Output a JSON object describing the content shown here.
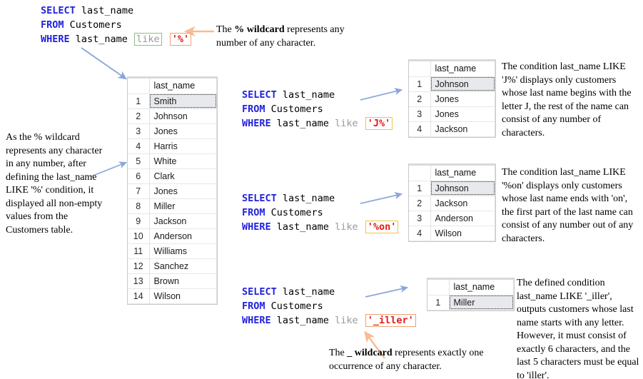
{
  "sql_blocks": [
    {
      "id": "sql-wildcard-percent",
      "line1_kw": "SELECT",
      "line1_rest": "last_name",
      "line2_kw": "FROM",
      "line2_rest": "Customers",
      "line3_kw": "WHERE",
      "line3_rest": "last_name",
      "like": "like",
      "literal": "'%'"
    },
    {
      "id": "sql-j-percent",
      "line1_kw": "SELECT",
      "line1_rest": "last_name",
      "line2_kw": "FROM",
      "line2_rest": "Customers",
      "line3_kw": "WHERE",
      "line3_rest": "last_name",
      "like": "like",
      "literal": "'J%'"
    },
    {
      "id": "sql-percent-on",
      "line1_kw": "SELECT",
      "line1_rest": "last_name",
      "line2_kw": "FROM",
      "line2_rest": "Customers",
      "line3_kw": "WHERE",
      "line3_rest": "last_name",
      "like": "like",
      "literal": "'%on'"
    },
    {
      "id": "sql-underscore-iller",
      "line1_kw": "SELECT",
      "line1_rest": "last_name",
      "line2_kw": "FROM",
      "line2_rest": "Customers",
      "line3_kw": "WHERE",
      "line3_rest": "last_name",
      "like": "like",
      "literal": "'_iller'"
    }
  ],
  "grids": {
    "all_customers": {
      "column_header": "last_name",
      "rows": [
        {
          "n": "1",
          "value": "Smith",
          "selected": true
        },
        {
          "n": "2",
          "value": "Johnson",
          "selected": false
        },
        {
          "n": "3",
          "value": "Jones",
          "selected": false
        },
        {
          "n": "4",
          "value": "Harris",
          "selected": false
        },
        {
          "n": "5",
          "value": "White",
          "selected": false
        },
        {
          "n": "6",
          "value": "Clark",
          "selected": false
        },
        {
          "n": "7",
          "value": "Jones",
          "selected": false
        },
        {
          "n": "8",
          "value": "Miller",
          "selected": false
        },
        {
          "n": "9",
          "value": "Jackson",
          "selected": false
        },
        {
          "n": "10",
          "value": "Anderson",
          "selected": false
        },
        {
          "n": "11",
          "value": "Williams",
          "selected": false
        },
        {
          "n": "12",
          "value": "Sanchez",
          "selected": false
        },
        {
          "n": "13",
          "value": "Brown",
          "selected": false
        },
        {
          "n": "14",
          "value": "Wilson",
          "selected": false
        }
      ]
    },
    "starts_with_j": {
      "column_header": "last_name",
      "rows": [
        {
          "n": "1",
          "value": "Johnson",
          "selected": true
        },
        {
          "n": "2",
          "value": "Jones",
          "selected": false
        },
        {
          "n": "3",
          "value": "Jones",
          "selected": false
        },
        {
          "n": "4",
          "value": "Jackson",
          "selected": false
        }
      ]
    },
    "ends_with_on": {
      "column_header": "last_name",
      "rows": [
        {
          "n": "1",
          "value": "Johnson",
          "selected": true
        },
        {
          "n": "2",
          "value": "Jackson",
          "selected": false
        },
        {
          "n": "3",
          "value": "Anderson",
          "selected": false
        },
        {
          "n": "4",
          "value": "Wilson",
          "selected": false
        }
      ]
    },
    "underscore_iller": {
      "column_header": "last_name",
      "rows": [
        {
          "n": "1",
          "value": "Miller",
          "selected": true
        }
      ]
    }
  },
  "notes": {
    "percent_wildcard": {
      "prefix": "The ",
      "bold": "% wildcard",
      "suffix": " represents any number of any character."
    },
    "left_explanation": "As the % wildcard represents any character in any number, after defining the last_name LIKE '%' condition, it displayed all non-empty values from the Customers table.",
    "j_percent": "The condition last_name LIKE 'J%' displays only customers whose last name begins with the letter J, the rest of the name can consist of any number of characters.",
    "percent_on": "The condition last_name LIKE '%on' displays only customers whose last name ends with 'on', the first part of the last name can consist of any number out of any characters.",
    "underscore_iller": "The defined condition last_name LIKE '_iller', outputs customers whose last name starts with any letter. However, it must consist of exactly 6 characters, and the last 5 characters must be equal to 'iller'.",
    "underscore_wildcard": {
      "prefix": "The ",
      "bold": "_  wildcard",
      "suffix": " represents exactly one occurrence of any character."
    }
  },
  "colors": {
    "keyword": "#2222dd",
    "literal": "#e01b1b",
    "like_muted": "#9a9a9a",
    "green_box": "#8fbf7f",
    "orange_box": "#f0a070",
    "yellow_box": "#f5c242",
    "blue_arrow": "#8aa6da",
    "orange_arrow": "#f7bc92",
    "selection_bg": "#e7e9ec"
  }
}
